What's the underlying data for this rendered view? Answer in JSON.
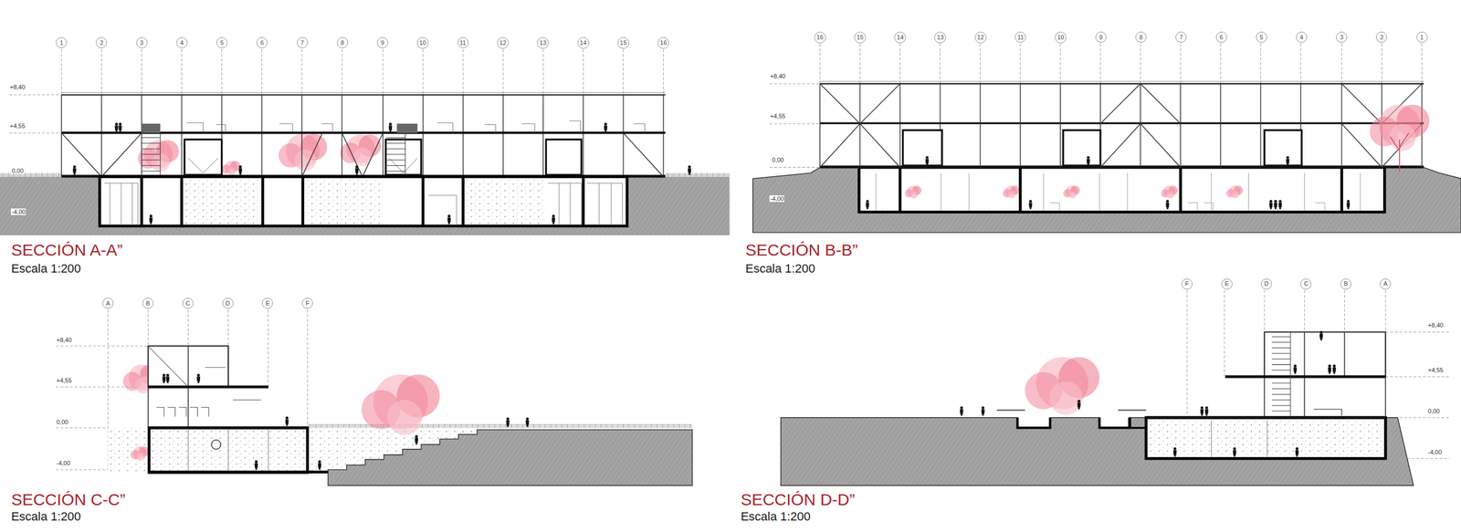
{
  "diagram": {
    "nodes": [
      {
        "text": [
          "1"
        ]
      },
      {
        "text": [
          "2"
        ]
      },
      {
        "text": [
          "3"
        ]
      },
      {
        "text": [
          "4"
        ]
      },
      {
        "text": [
          "5"
        ]
      },
      {
        "text": [
          "6"
        ]
      },
      {
        "text": [
          "7"
        ]
      },
      {
        "text": [
          "8"
        ]
      },
      {
        "text": [
          "9"
        ]
      },
      {
        "text": [
          "10"
        ]
      },
      {
        "text": [
          "11"
        ]
      },
      {
        "text": [
          "12"
        ]
      },
      {
        "text": [
          "13"
        ]
      },
      {
        "text": [
          "14"
        ]
      },
      {
        "text": [
          "15"
        ]
      },
      {
        "text": [
          "16"
        ]
      },
      {
        "text": [
          "16"
        ]
      },
      {
        "text": [
          "15"
        ]
      },
      {
        "text": [
          "14"
        ]
      },
      {
        "text": [
          "13"
        ]
      },
      {
        "text": [
          "12"
        ]
      },
      {
        "text": [
          "11"
        ]
      },
      {
        "text": [
          "10"
        ]
      },
      {
        "text": [
          "9"
        ]
      },
      {
        "text": [
          "8"
        ]
      },
      {
        "text": [
          "7"
        ]
      },
      {
        "text": [
          "6"
        ]
      },
      {
        "text": [
          "5"
        ]
      },
      {
        "text": [
          "4"
        ]
      },
      {
        "text": [
          "3"
        ]
      },
      {
        "text": [
          "2"
        ]
      },
      {
        "text": [
          "1"
        ]
      },
      {
        "text": [
          "A"
        ]
      },
      {
        "text": [
          "B"
        ]
      },
      {
        "text": [
          "C"
        ]
      },
      {
        "text": [
          "D"
        ]
      },
      {
        "text": [
          "E"
        ]
      },
      {
        "text": [
          "F"
        ]
      },
      {
        "text": [
          "F"
        ]
      },
      {
        "text": [
          "E"
        ]
      },
      {
        "text": [
          "D"
        ]
      },
      {
        "text": [
          "C"
        ]
      },
      {
        "text": [
          "B"
        ]
      },
      {
        "text": [
          "A"
        ]
      }
    ],
    "labels": [
      "+8,40",
      "+4,55",
      "0,00",
      "-4,00",
      "SECCIÓN A-A”",
      "Escala 1:200",
      "+8,40",
      "+4,55",
      "0,00",
      "-4,00",
      "SECCIÓN B-B”",
      "Escala 1:200",
      "+8,40",
      "+4,55",
      "0,00",
      "-4,00",
      "SECCIÓN C-C”",
      "Escala 1:200",
      "+8,40",
      "+4,55",
      "0,00",
      "-4,00",
      "SECCIÓN D-D”",
      "Escala 1:200"
    ]
  }
}
